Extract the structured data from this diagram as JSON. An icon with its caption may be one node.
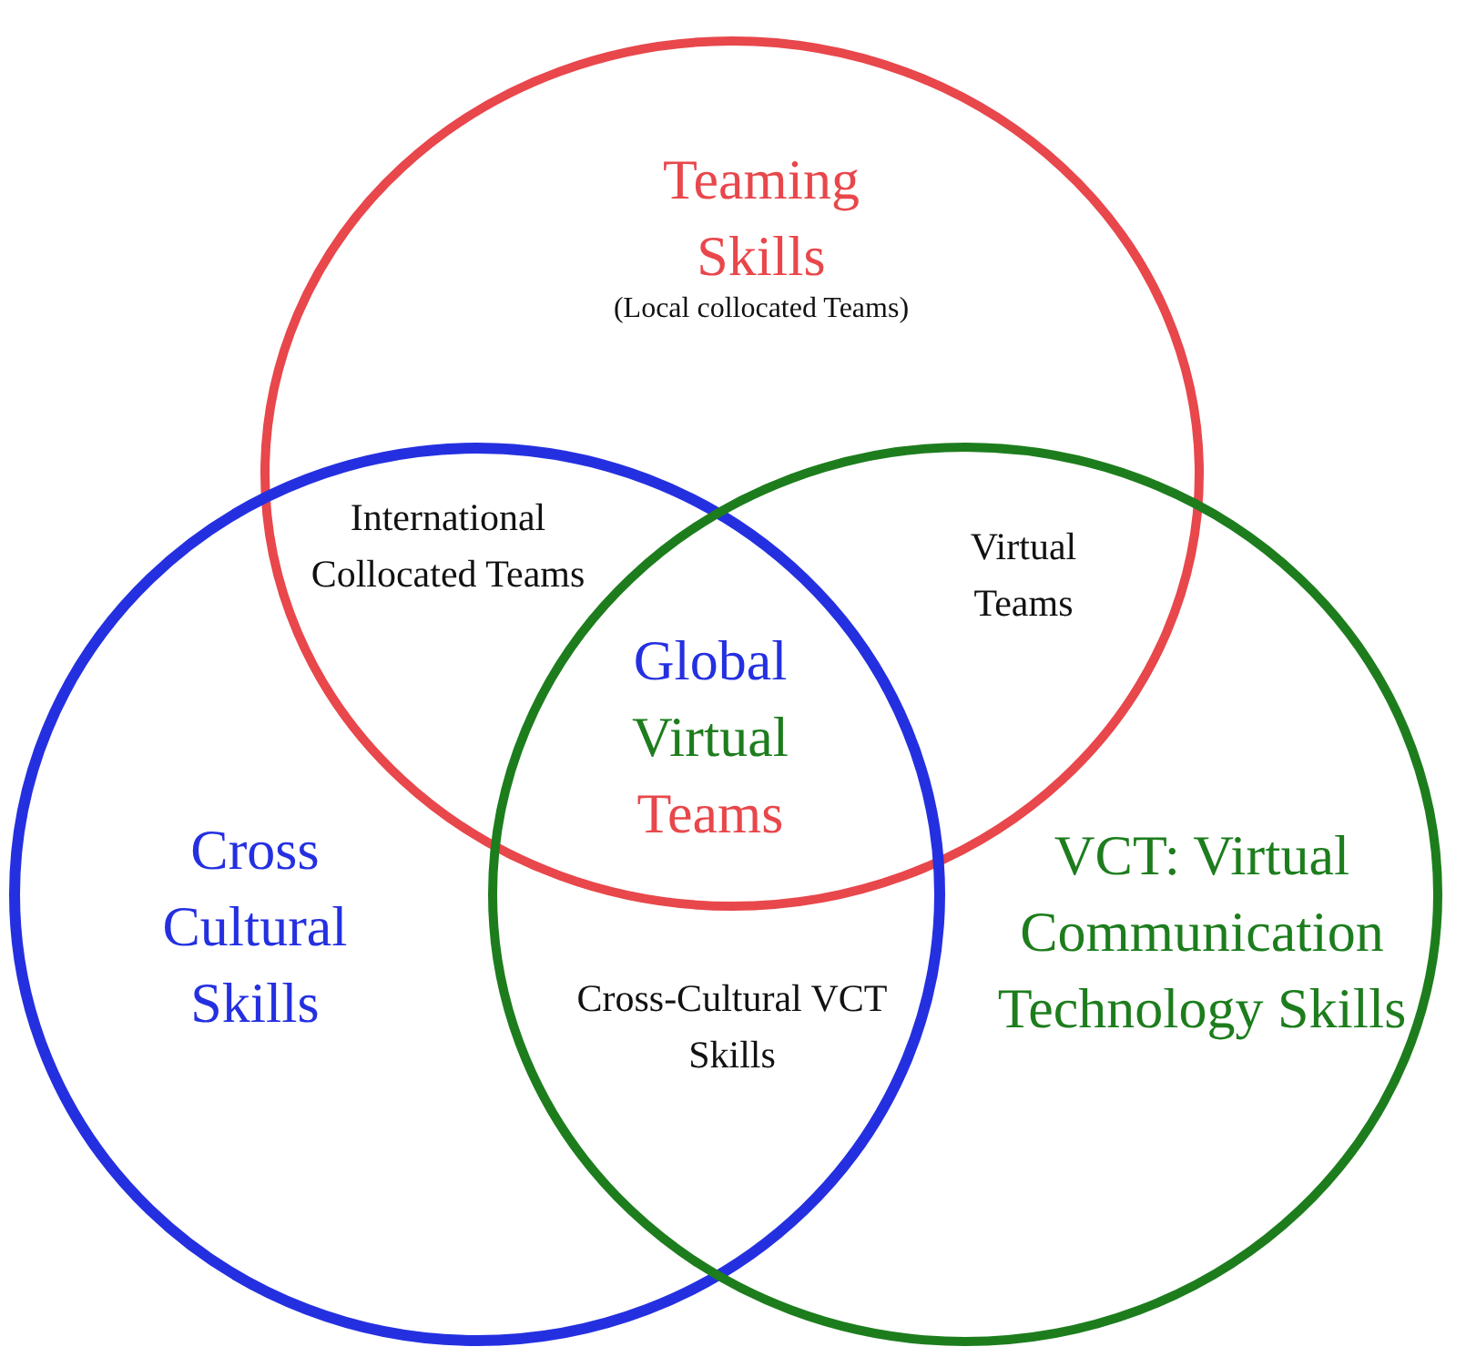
{
  "diagram": {
    "nodes": [
      {
        "text": [
          "Teaming Skills",
          "(Local collocated Teams)"
        ]
      },
      {
        "text": [
          "Cross Cultural Skills"
        ]
      },
      {
        "text": [
          "VCT: Virtual Communication Technology Skills"
        ]
      }
    ],
    "edges": [],
    "labels": [
      "International Collocated Teams",
      "Virtual Teams",
      "Global",
      "Virtual",
      "Teams",
      "Cross-Cultural VCT Skills"
    ]
  }
}
